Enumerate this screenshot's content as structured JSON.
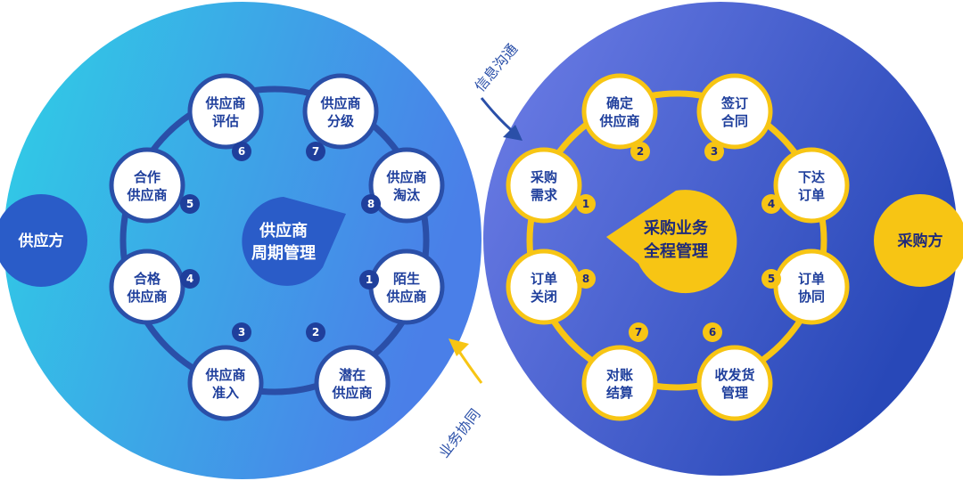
{
  "left": {
    "label": "供应方",
    "center_lines": [
      "供应商",
      "周期管理"
    ],
    "nodes": [
      {
        "lines": [
          "陌生",
          "供应商"
        ],
        "number": "1"
      },
      {
        "lines": [
          "潜在",
          "供应商"
        ],
        "number": "2"
      },
      {
        "lines": [
          "供应商",
          "准入"
        ],
        "number": "3"
      },
      {
        "lines": [
          "合格",
          "供应商"
        ],
        "number": "4"
      },
      {
        "lines": [
          "合作",
          "供应商"
        ],
        "number": "5"
      },
      {
        "lines": [
          "供应商",
          "评估"
        ],
        "number": "6"
      },
      {
        "lines": [
          "供应商",
          "分级"
        ],
        "number": "7"
      },
      {
        "lines": [
          "供应商",
          "淘汰"
        ],
        "number": "8"
      }
    ]
  },
  "right": {
    "label": "采购方",
    "center_lines": [
      "采购业务",
      "全程管理"
    ],
    "nodes": [
      {
        "lines": [
          "采购",
          "需求"
        ],
        "number": "1"
      },
      {
        "lines": [
          "确定",
          "供应商"
        ],
        "number": "2"
      },
      {
        "lines": [
          "签订",
          "合同"
        ],
        "number": "3"
      },
      {
        "lines": [
          "下达",
          "订单"
        ],
        "number": "4"
      },
      {
        "lines": [
          "订单",
          "协同"
        ],
        "number": "5"
      },
      {
        "lines": [
          "收发货",
          "管理"
        ],
        "number": "6"
      },
      {
        "lines": [
          "对账",
          "结算"
        ],
        "number": "7"
      },
      {
        "lines": [
          "订单",
          "关闭"
        ],
        "number": "8"
      }
    ]
  },
  "flows": {
    "top": "信息沟通",
    "bottom": "业务协同"
  },
  "colors": {
    "left_light": "#2ed0e6",
    "left_dark": "#4a7fe8",
    "right_light": "#6f7fe8",
    "right_dark": "#2848b8",
    "gold": "#f7c514",
    "node_text": "#1f3f9c",
    "left_badge": "#1f3f9c",
    "left_center": "#2a5cc8",
    "white": "#ffffff"
  }
}
